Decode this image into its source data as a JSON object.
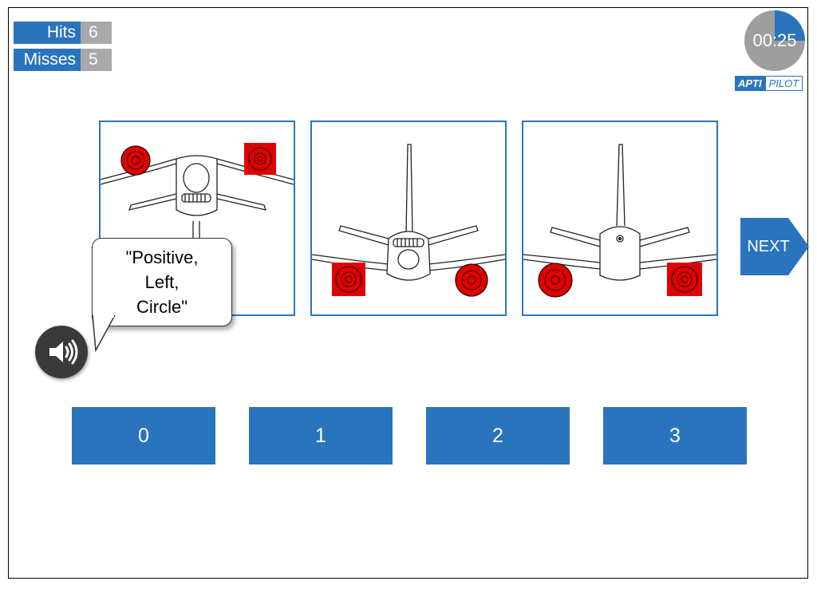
{
  "score": {
    "hits_label": "Hits",
    "hits_value": "6",
    "misses_label": "Misses",
    "misses_value": "5"
  },
  "timer": {
    "text": "00:25",
    "elapsed_fraction": 0.25,
    "ring_color": "#9e9e9e",
    "fill_color": "#2a74bd"
  },
  "logo": {
    "part1": "APTI",
    "part2": "PILOT"
  },
  "colors": {
    "accent": "#2a74bd",
    "highlight": "#e00000"
  },
  "speech": {
    "text": "\"Positive,\nLeft,\n Circle\""
  },
  "next_label": "NEXT",
  "answers": [
    "0",
    "1",
    "2",
    "3"
  ],
  "panels": [
    {
      "view": "aircraft-front-view-inverted",
      "left_engine": "circle",
      "right_engine": "square"
    },
    {
      "view": "aircraft-front-view",
      "left_engine": "square",
      "right_engine": "circle"
    },
    {
      "view": "aircraft-rear-view",
      "left_engine": "circle",
      "right_engine": "square"
    }
  ]
}
